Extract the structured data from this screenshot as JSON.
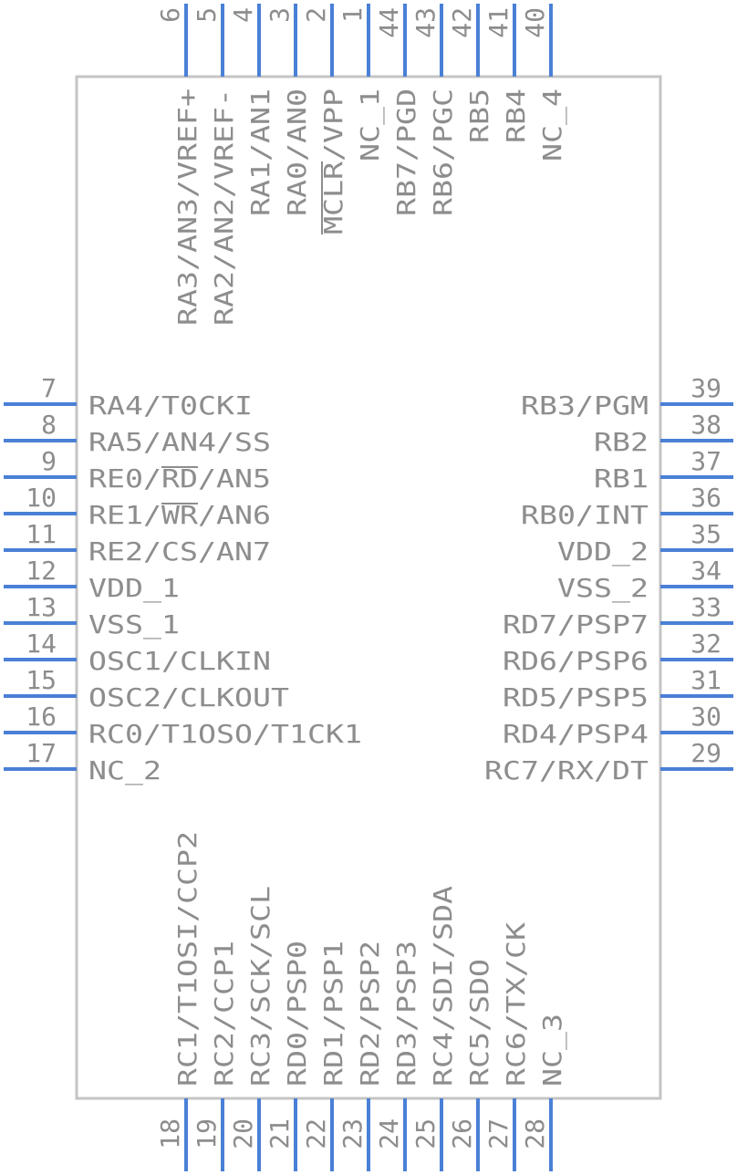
{
  "pins": {
    "top": [
      {
        "num": "6",
        "label": "RA3/AN3/VREF+"
      },
      {
        "num": "5",
        "label": "RA2/AN2/VREF-"
      },
      {
        "num": "4",
        "label": "RA1/AN1"
      },
      {
        "num": "3",
        "label": "RA0/AN0"
      },
      {
        "num": "2",
        "label": "MCLR/VPP",
        "overline": "MCLR"
      },
      {
        "num": "1",
        "label": "NC_1"
      },
      {
        "num": "44",
        "label": "RB7/PGD"
      },
      {
        "num": "43",
        "label": "RB6/PGC"
      },
      {
        "num": "42",
        "label": "RB5"
      },
      {
        "num": "41",
        "label": "RB4"
      },
      {
        "num": "40",
        "label": "NC_4"
      }
    ],
    "left": [
      {
        "num": "7",
        "label": "RA4/T0CKI"
      },
      {
        "num": "8",
        "label": "RA5/AN4/SS"
      },
      {
        "num": "9",
        "label": "RE0/RD/AN5",
        "overline": "RD"
      },
      {
        "num": "10",
        "label": "RE1/WR/AN6",
        "overline": "WR"
      },
      {
        "num": "11",
        "label": "RE2/CS/AN7"
      },
      {
        "num": "12",
        "label": "VDD_1"
      },
      {
        "num": "13",
        "label": "VSS_1"
      },
      {
        "num": "14",
        "label": "OSC1/CLKIN"
      },
      {
        "num": "15",
        "label": "OSC2/CLKOUT"
      },
      {
        "num": "16",
        "label": "RC0/T1OSO/T1CK1"
      },
      {
        "num": "17",
        "label": "NC_2"
      }
    ],
    "right": [
      {
        "num": "39",
        "label": "RB3/PGM"
      },
      {
        "num": "38",
        "label": "RB2"
      },
      {
        "num": "37",
        "label": "RB1"
      },
      {
        "num": "36",
        "label": "RB0/INT"
      },
      {
        "num": "35",
        "label": "VDD_2"
      },
      {
        "num": "34",
        "label": "VSS_2"
      },
      {
        "num": "33",
        "label": "RD7/PSP7"
      },
      {
        "num": "32",
        "label": "RD6/PSP6"
      },
      {
        "num": "31",
        "label": "RD5/PSP5"
      },
      {
        "num": "30",
        "label": "RD4/PSP4"
      },
      {
        "num": "29",
        "label": "RC7/RX/DT"
      }
    ],
    "bottom": [
      {
        "num": "18",
        "label": "RC1/T1OSI/CCP2"
      },
      {
        "num": "19",
        "label": "RC2/CCP1"
      },
      {
        "num": "20",
        "label": "RC3/SCK/SCL"
      },
      {
        "num": "21",
        "label": "RD0/PSP0"
      },
      {
        "num": "22",
        "label": "RD1/PSP1"
      },
      {
        "num": "23",
        "label": "RD2/PSP2"
      },
      {
        "num": "24",
        "label": "RD3/PSP3"
      },
      {
        "num": "25",
        "label": "RC4/SDI/SDA"
      },
      {
        "num": "26",
        "label": "RC5/SDO"
      },
      {
        "num": "27",
        "label": "RC6/TX/CK"
      },
      {
        "num": "28",
        "label": "NC_3"
      }
    ]
  },
  "colors": {
    "pin": "#4a80d6",
    "body_outline": "#c4c4c4",
    "text": "#8d8d8d"
  }
}
